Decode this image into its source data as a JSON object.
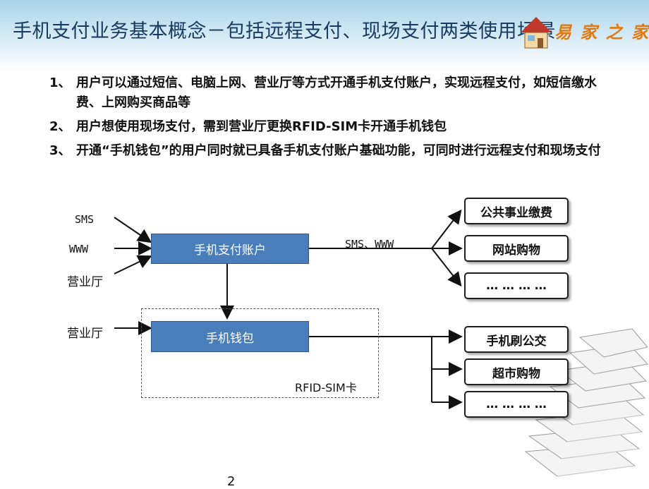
{
  "slide": {
    "title": "手机支付业务基本概念－包括远程支付、现场支付两类使用场景",
    "logo_text": "易 家 之 家",
    "page_number": "2"
  },
  "bullets": [
    {
      "num": "1、",
      "text": "用户可以通过短信、电脑上网、营业厅等方式开通手机支付账户，实现远程支付，如短信缴水费、上网购买商品等"
    },
    {
      "num": "2、",
      "text": "用户想使用现场支付，需到营业厅更换RFID-SIM卡开通手机钱包"
    },
    {
      "num": "3、",
      "text": "开通“手机钱包”的用户同时就已具备手机支付账户基础功能，可同时进行远程支付和现场支付"
    }
  ],
  "diagram": {
    "inputs_top": [
      "SMS",
      "WWW",
      "营业厅"
    ],
    "input_bottom": "营业厅",
    "account_box": "手机支付账户",
    "wallet_box": "手机钱包",
    "channel_label": "SMS、WWW",
    "rfid_label": "RFID-SIM卡",
    "remote_targets": [
      "公共事业缴费",
      "网站购物",
      "… … … …"
    ],
    "onsite_targets": [
      "手机刷公交",
      "超市购物",
      "… … … …"
    ]
  }
}
